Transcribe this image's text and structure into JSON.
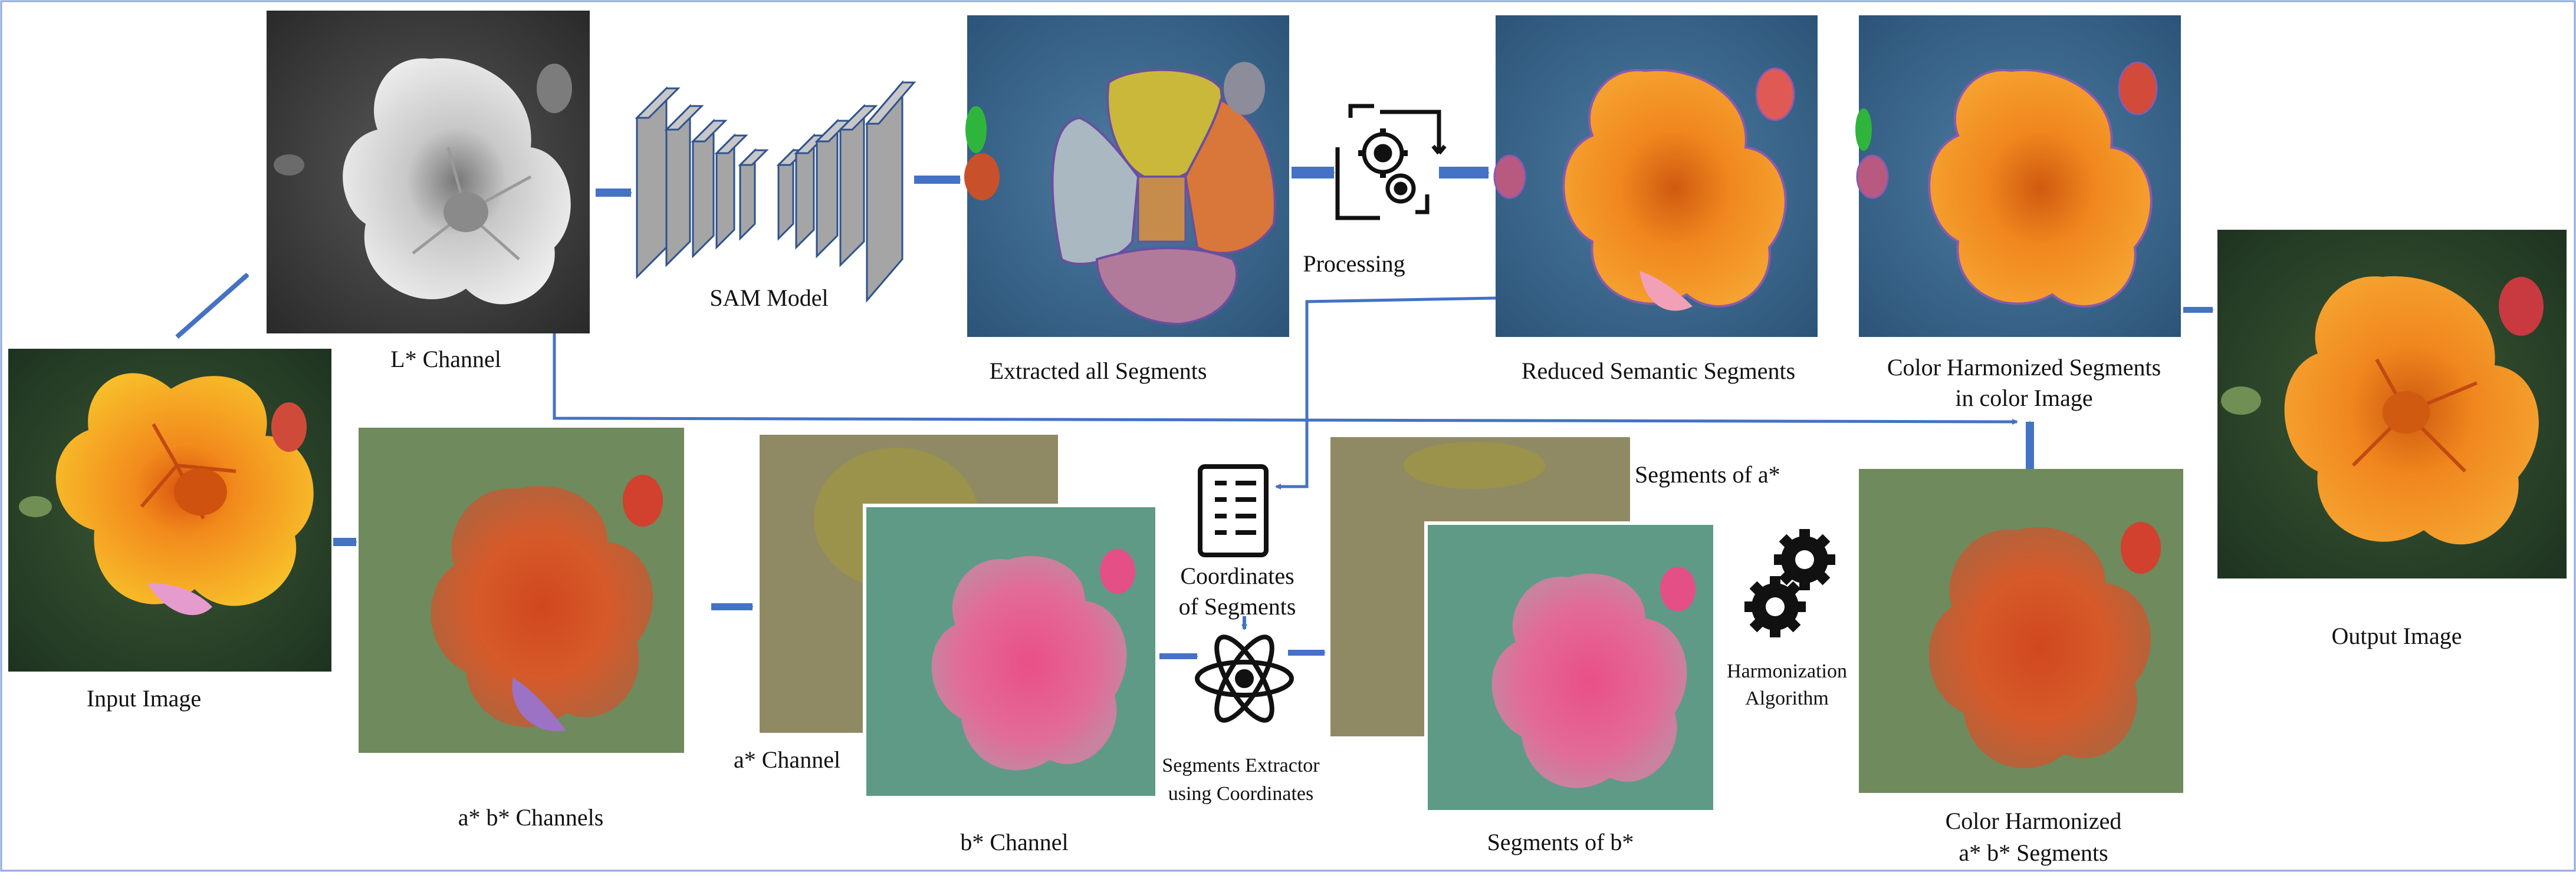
{
  "labels": {
    "input_image": "Input Image",
    "l_channel": "L* Channel",
    "sam_model": "SAM Model",
    "extracted_all_segments": "Extracted all Segments",
    "processing": "Processing",
    "reduced_semantic_segments": "Reduced Semantic Segments",
    "color_harmonized_segments_line1": "Color Harmonized Segments",
    "color_harmonized_segments_line2": "in color Image",
    "output_image": "Output Image",
    "ab_channels": "a* b* Channels",
    "a_channel": "a* Channel",
    "b_channel": "b* Channel",
    "coordinates_line1": "Coordinates",
    "coordinates_line2": "of Segments",
    "segments_extractor_line1": "Segments Extractor",
    "segments_extractor_line2": "using Coordinates",
    "segments_of_a": "Segments of a*",
    "segments_of_b": "Segments of b*",
    "harmonization_line1": "Harmonization",
    "harmonization_line2": "Algorithm",
    "color_harmonized_ab_line1": "Color Harmonized",
    "color_harmonized_ab_line2": "a* b* Segments"
  },
  "icons": {
    "processing": "gears-with-arrows-icon",
    "coordinates": "document-list-icon",
    "extractor": "atom-icon",
    "harmonization": "two-gears-icon",
    "model": "neural-network-layers-icon"
  },
  "colors": {
    "arrow": "#4472c4",
    "frame": "#8eaadb",
    "petal_orange": "#f28a1c",
    "petal_yellow": "#f6c21a",
    "foliage": "#2f4a2a",
    "segment_overlay": "#3f6e9a",
    "ab_green": "#6f8a5c",
    "b_teal": "#5f9a86",
    "a_olive": "#8f8a64",
    "pink": "#e8588a"
  }
}
